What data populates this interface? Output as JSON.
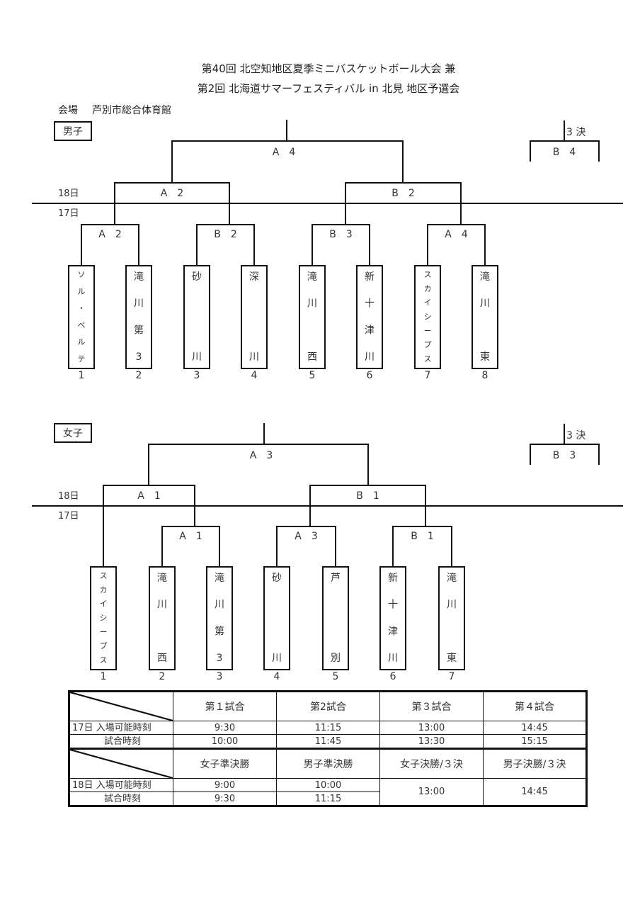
{
  "header": {
    "title_line1": "第40回 北空知地区夏季ミニバスケットボール大会 兼",
    "title_line2": "第2回 北海道サマーフェスティバル in 北見 地区予選会",
    "venue_label": "会場",
    "venue_name": "芦別市総合体育館"
  },
  "day_labels": {
    "day18": "18日",
    "day17": "17日"
  },
  "third_place_label": "3 決",
  "boys": {
    "label": "男子",
    "final": "A　4",
    "third_place": "B　4",
    "semifinals": [
      "A　2",
      "B　2"
    ],
    "quarterfinals": [
      "A　2",
      "B　2",
      "B　3",
      "A　4"
    ],
    "teams": [
      {
        "no": "1",
        "chars": [
          "ソ",
          "ル",
          "・",
          "ベ",
          "ル",
          "テ"
        ]
      },
      {
        "no": "2",
        "chars": [
          "滝",
          "川",
          "第",
          "3"
        ]
      },
      {
        "no": "3",
        "chars": [
          "砂",
          "",
          "",
          "川"
        ]
      },
      {
        "no": "4",
        "chars": [
          "深",
          "",
          "",
          "川"
        ]
      },
      {
        "no": "5",
        "chars": [
          "滝",
          "川",
          "",
          "西"
        ]
      },
      {
        "no": "6",
        "chars": [
          "新",
          "十",
          "津",
          "川"
        ]
      },
      {
        "no": "7",
        "chars": [
          "ス",
          "カ",
          "イ",
          "シ",
          "ー",
          "プ",
          "ス"
        ]
      },
      {
        "no": "8",
        "chars": [
          "滝",
          "川",
          "",
          "東"
        ]
      }
    ]
  },
  "girls": {
    "label": "女子",
    "final": "A　3",
    "third_place": "B　3",
    "semifinals": [
      "A　1",
      "B　1"
    ],
    "quarterfinals": [
      "A　1",
      "A　3",
      "B　1"
    ],
    "teams": [
      {
        "no": "1",
        "chars": [
          "ス",
          "カ",
          "イ",
          "シ",
          "ー",
          "プ",
          "ス"
        ]
      },
      {
        "no": "2",
        "chars": [
          "滝",
          "川",
          "",
          "西"
        ]
      },
      {
        "no": "3",
        "chars": [
          "滝",
          "川",
          "第",
          "3"
        ]
      },
      {
        "no": "4",
        "chars": [
          "砂",
          "",
          "",
          "川"
        ]
      },
      {
        "no": "5",
        "chars": [
          "芦",
          "",
          "",
          "別"
        ]
      },
      {
        "no": "6",
        "chars": [
          "新",
          "十",
          "津",
          "川"
        ]
      },
      {
        "no": "7",
        "chars": [
          "滝",
          "川",
          "",
          "東"
        ]
      }
    ]
  },
  "schedule": {
    "day17": {
      "headers": [
        "第１試合",
        "第2試合",
        "第３試合",
        "第４試合"
      ],
      "entry_label": "17日 入場可能時刻",
      "game_label": "試合時刻",
      "entry_times": [
        "9:30",
        "11:15",
        "13:00",
        "14:45"
      ],
      "game_times": [
        "10:00",
        "11:45",
        "13:30",
        "15:15"
      ]
    },
    "day18": {
      "headers": [
        "女子準決勝",
        "男子準決勝",
        "女子決勝/３決",
        "男子決勝/３決"
      ],
      "entry_label": "18日 入場可能時刻",
      "game_label": "試合時刻",
      "entry_times": [
        "9:00",
        "10:00"
      ],
      "game_times": [
        "9:30",
        "11:15"
      ],
      "merged_times": [
        "13:00",
        "14:45"
      ]
    }
  }
}
